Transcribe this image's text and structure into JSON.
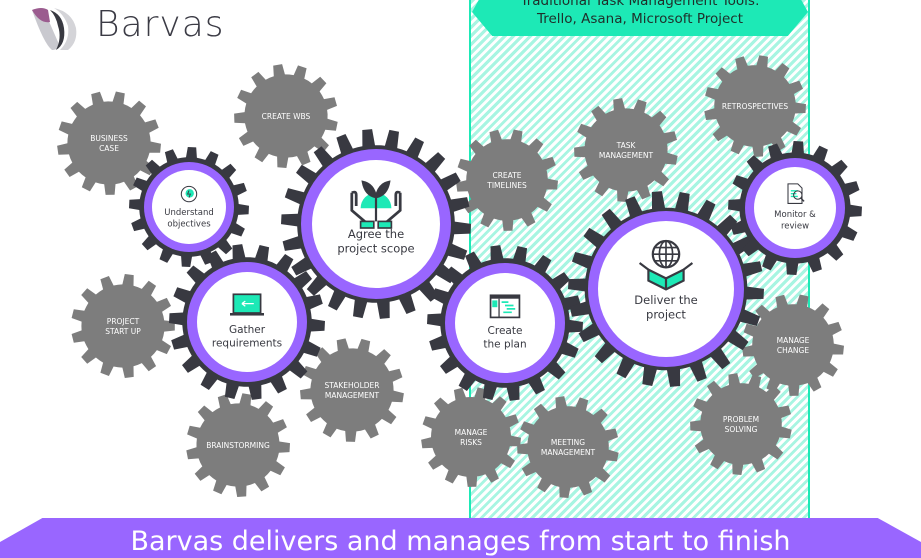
{
  "brand": {
    "name": "Barvas",
    "logo_icon": "barvas-logo-icon"
  },
  "tool_zone": {
    "title_line1": "Traditional Task Management Tools:",
    "title_line2": "Trello, Asana, Microsoft Project"
  },
  "colors": {
    "main_gear": "#383941",
    "ring": "#9966ff",
    "minor_gear": "#7d7d7d",
    "accent": "#1de9b6",
    "banner": "#9966ff"
  },
  "main_gears": [
    {
      "id": "understand",
      "line1": "Understand",
      "line2": "objectives",
      "icon": "head-lightbulb-icon"
    },
    {
      "id": "scope",
      "line1": "Agree the",
      "line2": "project scope",
      "icon": "hands-plant-icon"
    },
    {
      "id": "gather",
      "line1": "Gather",
      "line2": "requirements",
      "icon": "laptop-icon"
    },
    {
      "id": "plan",
      "line1": "Create",
      "line2": "the plan",
      "icon": "plan-window-icon"
    },
    {
      "id": "deliver",
      "line1": "Deliver the",
      "line2": "project",
      "icon": "globe-box-icon"
    },
    {
      "id": "monitor",
      "line1": "Monitor &",
      "line2": "review",
      "icon": "document-magnifier-icon"
    }
  ],
  "minor_gears": [
    {
      "id": "business-case",
      "line1": "BUSINESS",
      "line2": "CASE"
    },
    {
      "id": "create-wbs",
      "line1": "CREATE WBS",
      "line2": ""
    },
    {
      "id": "project-start-up",
      "line1": "PROJECT",
      "line2": "START UP"
    },
    {
      "id": "stakeholder",
      "line1": "STAKEHOLDER",
      "line2": "MANAGEMENT"
    },
    {
      "id": "brainstorming",
      "line1": "BRAINSTORMING",
      "line2": ""
    },
    {
      "id": "create-timelines",
      "line1": "CREATE",
      "line2": "TIMELINES"
    },
    {
      "id": "task-management",
      "line1": "TASK",
      "line2": "MANAGEMENT"
    },
    {
      "id": "retrospectives",
      "line1": "RETROSPECTIVES",
      "line2": ""
    },
    {
      "id": "manage-risks",
      "line1": "MANAGE",
      "line2": "RISKS"
    },
    {
      "id": "meeting-management",
      "line1": "MEETING",
      "line2": "MANAGEMENT"
    },
    {
      "id": "manage-change",
      "line1": "MANAGE",
      "line2": "CHANGE"
    },
    {
      "id": "problem-solving",
      "line1": "PROBLEM",
      "line2": "SOLVING"
    }
  ],
  "footer_banner": "Barvas delivers and manages from start to finish"
}
